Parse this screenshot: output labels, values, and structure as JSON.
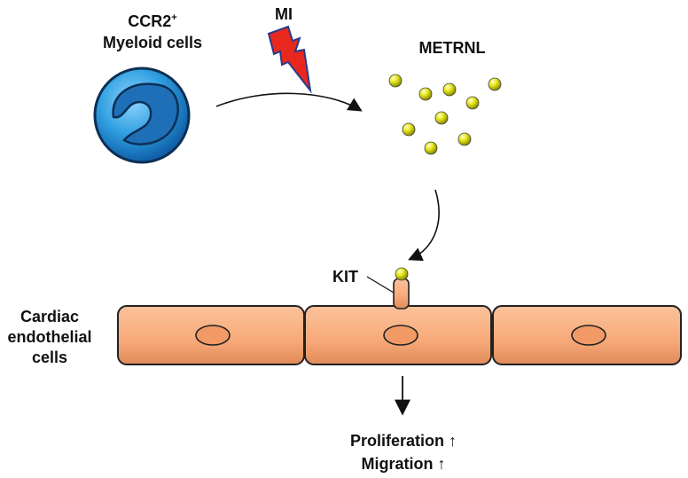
{
  "labels": {
    "cell_line1": "CCR2",
    "cell_sup": "+",
    "cell_line2": "Myeloid cells",
    "mi": "MI",
    "metrnl": "METRNL",
    "kit": "KIT",
    "endo_line1": "Cardiac",
    "endo_line2": "endothelial",
    "endo_line3": "cells",
    "outcome_line1": "Proliferation ↑",
    "outcome_line2": "Migration ↑"
  },
  "colors": {
    "myeloid_cell": "#2f9fe0",
    "myeloid_nucleus": "#1e6fb8",
    "lightning": "#e8281e",
    "metrnl_particle": "#e6e61a",
    "endothelial_cell": "#f7a978",
    "endothelial_nucleus": "#f19a66",
    "outline": "#222222"
  }
}
